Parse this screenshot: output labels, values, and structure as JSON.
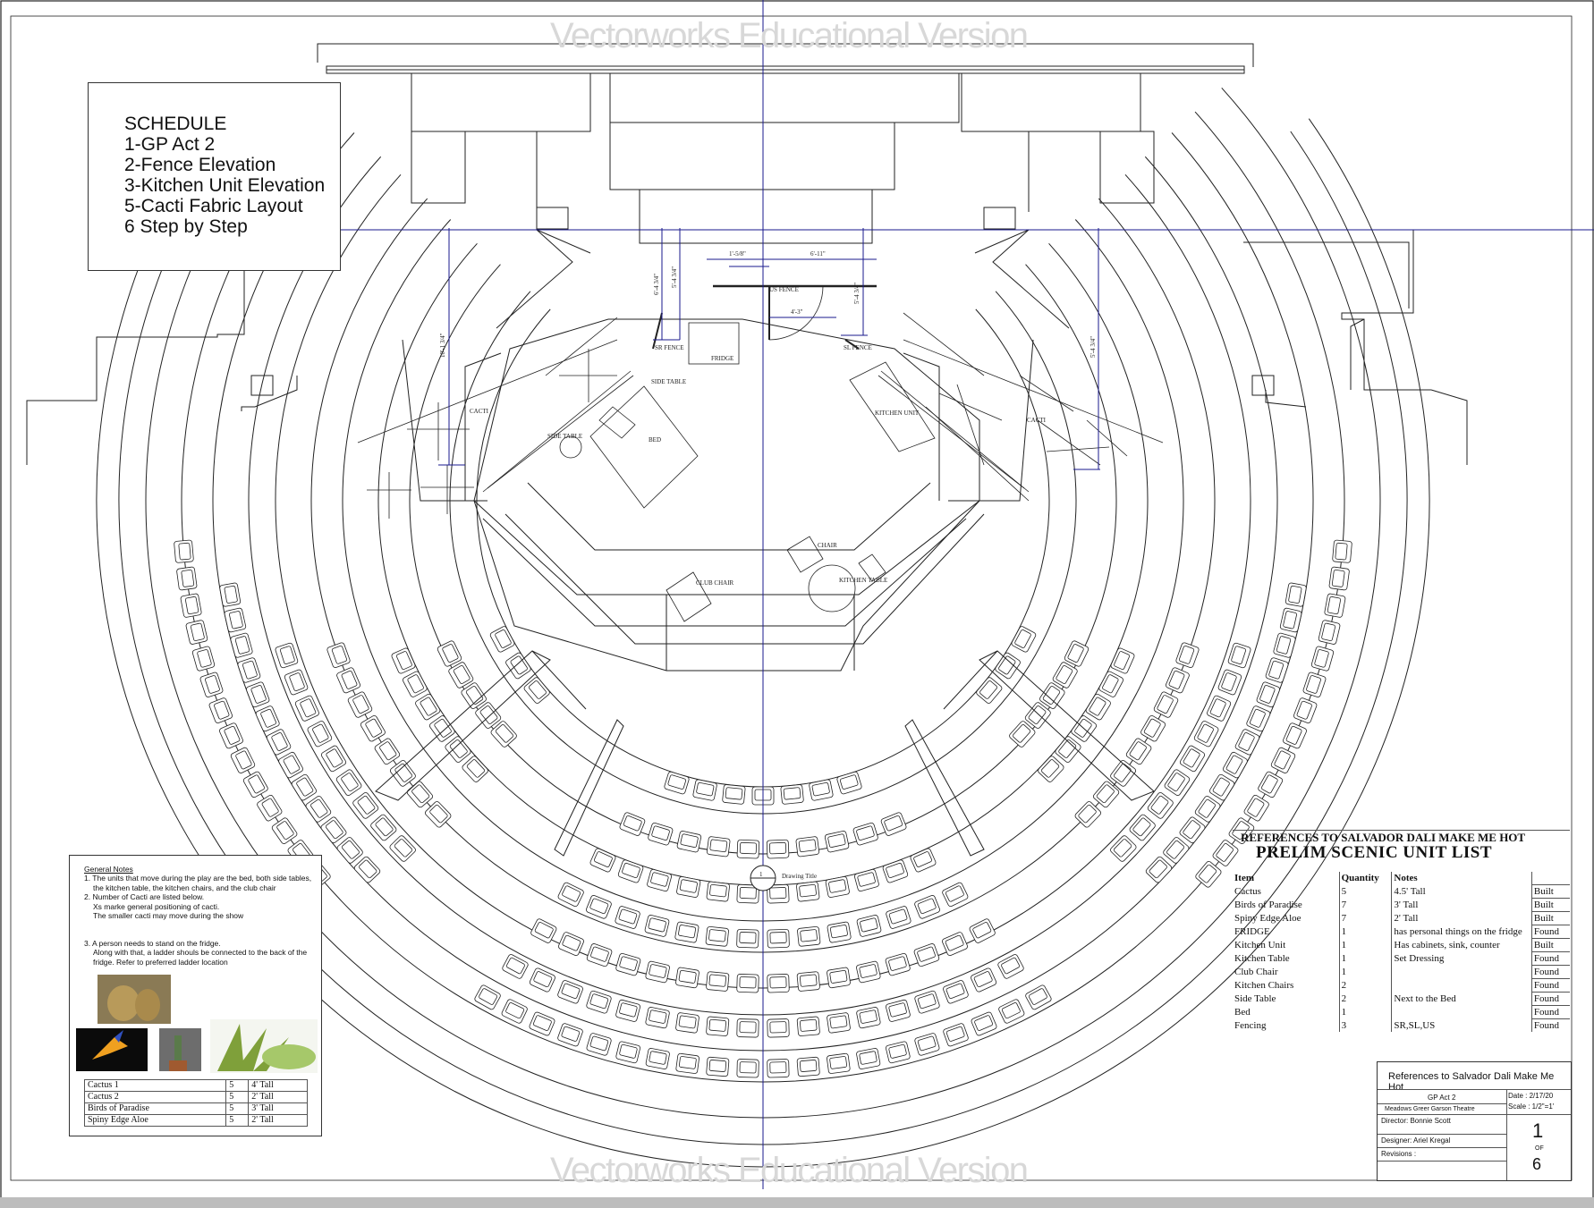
{
  "watermark": "Vectorworks Educational Version",
  "schedule": {
    "title": "SCHEDULE",
    "items": [
      "1-GP Act 2",
      "2-Fence Elevation",
      "3-Kitchen Unit Elevation",
      "5-Cacti Fabric Layout",
      "6 Step by Step"
    ]
  },
  "plan_labels": {
    "sr_fence": "SR FENCE",
    "sl_fence": "SL FENCE",
    "us_fence": "US FENCE",
    "fridge": "FRIDGE",
    "side_table_top": "SIDE TABLE",
    "side_table_left": "SIDE TABLE",
    "bed": "BED",
    "cacti_left": "CACTI",
    "cacti_right": "CACTI",
    "kitchen_unit": "KITCHEN UNIT",
    "chair": "CHAIR",
    "club_chair": "CLUB CHAIR",
    "kitchen_table": "KITCHEN TABLE",
    "drawing_title": "Drawing Title",
    "drawing_num": "1",
    "dims": [
      "1'-5/8\"",
      "6'-11\"",
      "4'-3\"",
      "6'-4 3/4\"",
      "5'-4 3/4\"",
      "5'-4 3/4\"",
      "10'-1 3/4\"",
      "5'-4 3/4\""
    ]
  },
  "notes": {
    "heading": "General Notes",
    "lines": [
      "1. The units that move during the play are the bed, both side tables,",
      "the kitchen table, the kitchen chairs, and the club chair",
      "2. Number of Cacti are listed below.",
      "Xs marke general positioning of cacti.",
      "The smaller cacti may move during the show",
      "3. A person needs to stand on the fridge.",
      "Along with that, a ladder shouls be connected to the back of the",
      "fridge. Refer to preferred ladder location"
    ],
    "cacti_table": [
      [
        "Cactus 1",
        "5",
        "4' Tall"
      ],
      [
        "Cactus 2",
        "5",
        "2' Tall"
      ],
      [
        "Birds of Paradise",
        "5",
        "3' Tall"
      ],
      [
        "Spiny Edge Aloe",
        "5",
        "2' Tall"
      ]
    ]
  },
  "unit_list": {
    "subtitle": "REFERENCES TO SALVADOR DALI MAKE ME HOT",
    "title": "PRELIM  SCENIC UNIT LIST",
    "columns": [
      "Item",
      "Quantity",
      "Notes"
    ],
    "rows": [
      [
        "Cactus",
        "5",
        "4.5' Tall",
        "Built"
      ],
      [
        "Birds of Paradise",
        "7",
        "3' Tall",
        "Built"
      ],
      [
        "Spiny Edge Aloe",
        "7",
        "2' Tall",
        "Built"
      ],
      [
        "FRIDGE",
        "1",
        "has personal things on the fridge",
        "Found"
      ],
      [
        "Kitchen Unit",
        "1",
        "Has cabinets, sink, counter",
        "Built"
      ],
      [
        "Kitchen Table",
        "1",
        "Set Dressing",
        "Found"
      ],
      [
        "Club Chair",
        "1",
        "",
        "Found"
      ],
      [
        "Kitchen Chairs",
        "2",
        "",
        "Found"
      ],
      [
        "Side Table",
        "2",
        "Next to the Bed",
        "Found"
      ],
      [
        "Bed",
        "1",
        "",
        "Found"
      ],
      [
        "Fencing",
        "3",
        "SR,SL,US",
        "Found"
      ]
    ]
  },
  "title_block": {
    "title": "References to Salvador Dali Make Me Hot",
    "drawing": "GP Act 2",
    "theatre": "Meadows Greer Garson Theatre",
    "director": "Director:  Bonnie Scott",
    "designer": "Designer:  Ariel Kregal",
    "revisions": "Revisions :",
    "date": "Date : 2/17/20",
    "scale": "Scale : 1/2\"=1'",
    "sheet": "1",
    "of": "OF",
    "total": "6"
  },
  "colors": {
    "line": "#222222",
    "dimension": "#1a1a8c",
    "background": "#ffffff"
  }
}
